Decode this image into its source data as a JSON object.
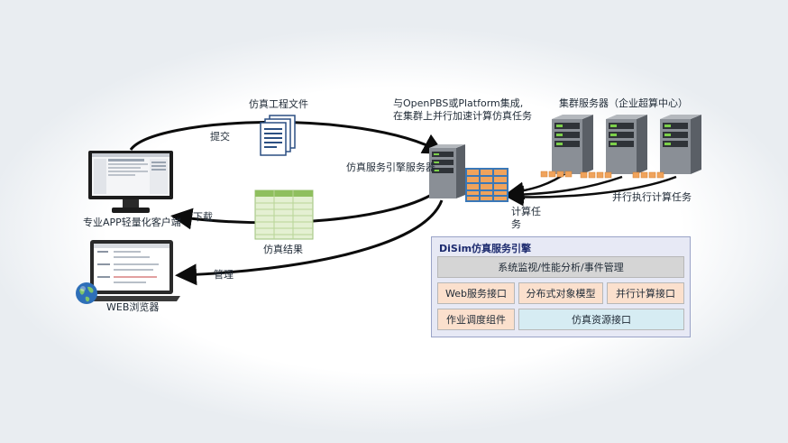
{
  "labels": {
    "project_files": "仿真工程文件",
    "submit": "提交",
    "download": "下载",
    "manage": "管理",
    "results": "仿真结果",
    "client": "专业APP轻量化客户端",
    "web_browser": "WEB浏览器",
    "engine_server": "仿真服务引擎服务器",
    "integration_line1": "与OpenPBS或Platform集成,",
    "integration_line2": "在集群上并行加速计算仿真任务",
    "cluster": "集群服务器（企业超算中心）",
    "parallel_tasks": "并行执行计算任务",
    "compute_tasks_line1": "计算任",
    "compute_tasks_line2": "务"
  },
  "engine_panel": {
    "title": "DiSim仿真服务引擎",
    "rows": [
      [
        "系统监视/性能分析/事件管理"
      ],
      [
        "Web服务接口",
        "分布式对象模型",
        "并行计算接口"
      ],
      [
        "作业调度组件",
        "仿真资源接口"
      ]
    ]
  },
  "colors": {
    "arrow": "#0c0c0c",
    "panel_bg": "#e7e9f5",
    "panel_title": "#1c2a6e",
    "cell_gray": "#d5d5d5",
    "cell_peach": "#fbe0cd",
    "cell_blue": "#d6ecf3",
    "task_orange": "#f0a35c",
    "results_green": "#d6e9b8"
  }
}
